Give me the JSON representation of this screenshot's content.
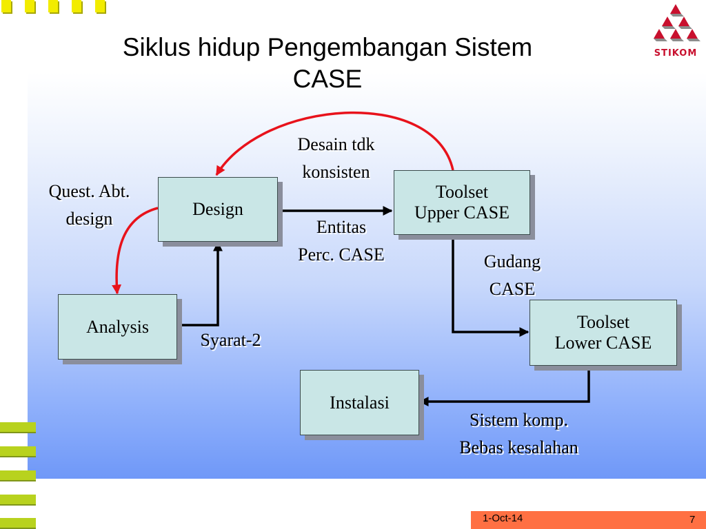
{
  "title": {
    "line1": "Siklus hidup Pengembangan Sistem",
    "line2": "CASE"
  },
  "logo": {
    "text": "STIKOM"
  },
  "boxes": {
    "design": "Design",
    "analysis": "Analysis",
    "upper_line1": "Toolset",
    "upper_line2": "Upper CASE",
    "lower_line1": "Toolset",
    "lower_line2": "Lower CASE",
    "instalasi": "Instalasi"
  },
  "labels": {
    "desain_line1": "Desain tdk",
    "desain_line2": "konsisten",
    "quest_line1": "Quest. Abt.",
    "quest_line2": "design",
    "entitas_line1": "Entitas",
    "entitas_line2": "Perc. CASE",
    "gudang_line1": "Gudang",
    "gudang_line2": "CASE",
    "syarat": "Syarat-2",
    "sistem_line1": "Sistem komp.",
    "sistem_line2": "Bebas kesalahan"
  },
  "footer": {
    "date": "1-Oct-14",
    "page": "7"
  },
  "colors": {
    "arrow_red": "#e8121b",
    "arrow_black": "#000000",
    "box_fill": "#c9e6e6",
    "footer_bar": "#ff7043"
  }
}
